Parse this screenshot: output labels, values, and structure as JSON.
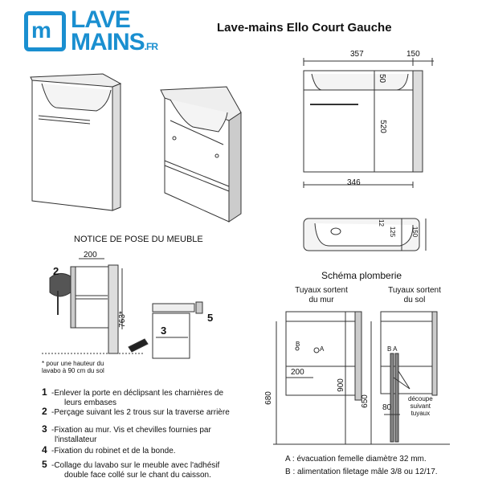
{
  "logo": {
    "line1": "LAVE",
    "line2": "MAINS",
    "suffix": ".FR"
  },
  "title": "Lave-mains Ello Court Gauche",
  "top_dimensions": {
    "width_top": "357",
    "depth": "150",
    "basin_height": "50",
    "cabinet_height": "520",
    "width_bottom": "346"
  },
  "plan_dimensions": {
    "d1": "12",
    "d2": "125",
    "d3": "150"
  },
  "notice": {
    "heading": "NOTICE DE POSE DU MEUBLE",
    "dim_200": "200",
    "dim_763": "763*",
    "footnote": "* pour une hauteur du lavabo à 90 cm du sol",
    "callouts": [
      "2",
      "3",
      "5"
    ]
  },
  "steps": [
    {
      "num": "1",
      "text": "-Enlever la porte en déclipsant les charnières de",
      "text2": "leurs embases"
    },
    {
      "num": "2",
      "text": "-Perçage suivant les 2 trous sur la traverse arrière",
      "text2": ""
    },
    {
      "num": "3",
      "text": "-Fixation au mur. Vis et chevilles fournies par",
      "text2": "l'installateur"
    },
    {
      "num": "4",
      "text": "-Fixation du robinet et de la bonde.",
      "text2": ""
    },
    {
      "num": "5",
      "text": "-Collage du lavabo sur le meuble avec l'adhésif",
      "text2": "double face collé sur le chant du caisson."
    }
  ],
  "plumbing": {
    "heading": "Schéma plomberie",
    "left_title_1": "Tuyaux sortent",
    "left_title_2": "du mur",
    "right_title_1": "Tuyaux sortent",
    "right_title_2": "du sol",
    "dim_200": "200",
    "dim_680": "680",
    "dim_900": "900",
    "dim_650": "650",
    "dim_80": "80",
    "label_b": "B",
    "label_a": "A",
    "label_ba": "B A",
    "cutout_1": "découpe",
    "cutout_2": "suivant",
    "cutout_3": "tuyaux",
    "note_a": "A : évacuation femelle diamètre 32 mm.",
    "note_b": "B : alimentation filetage mâle 3/8 ou 12/17."
  }
}
